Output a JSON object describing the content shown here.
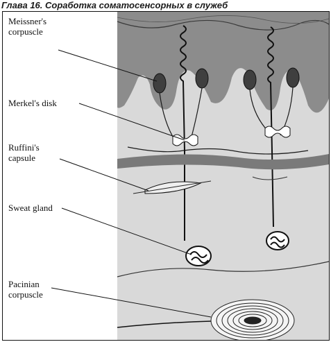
{
  "header": {
    "title": "Глава 16. Соработка соматосенсорных в служеб"
  },
  "figure": {
    "labels": {
      "meissner": "Meissner's\ncorpuscle",
      "merkel": "Merkel's disk",
      "ruffini": "Ruffini's\ncapsule",
      "sweat": "Sweat gland",
      "pacinian": "Pacinian\ncorpuscle"
    }
  }
}
